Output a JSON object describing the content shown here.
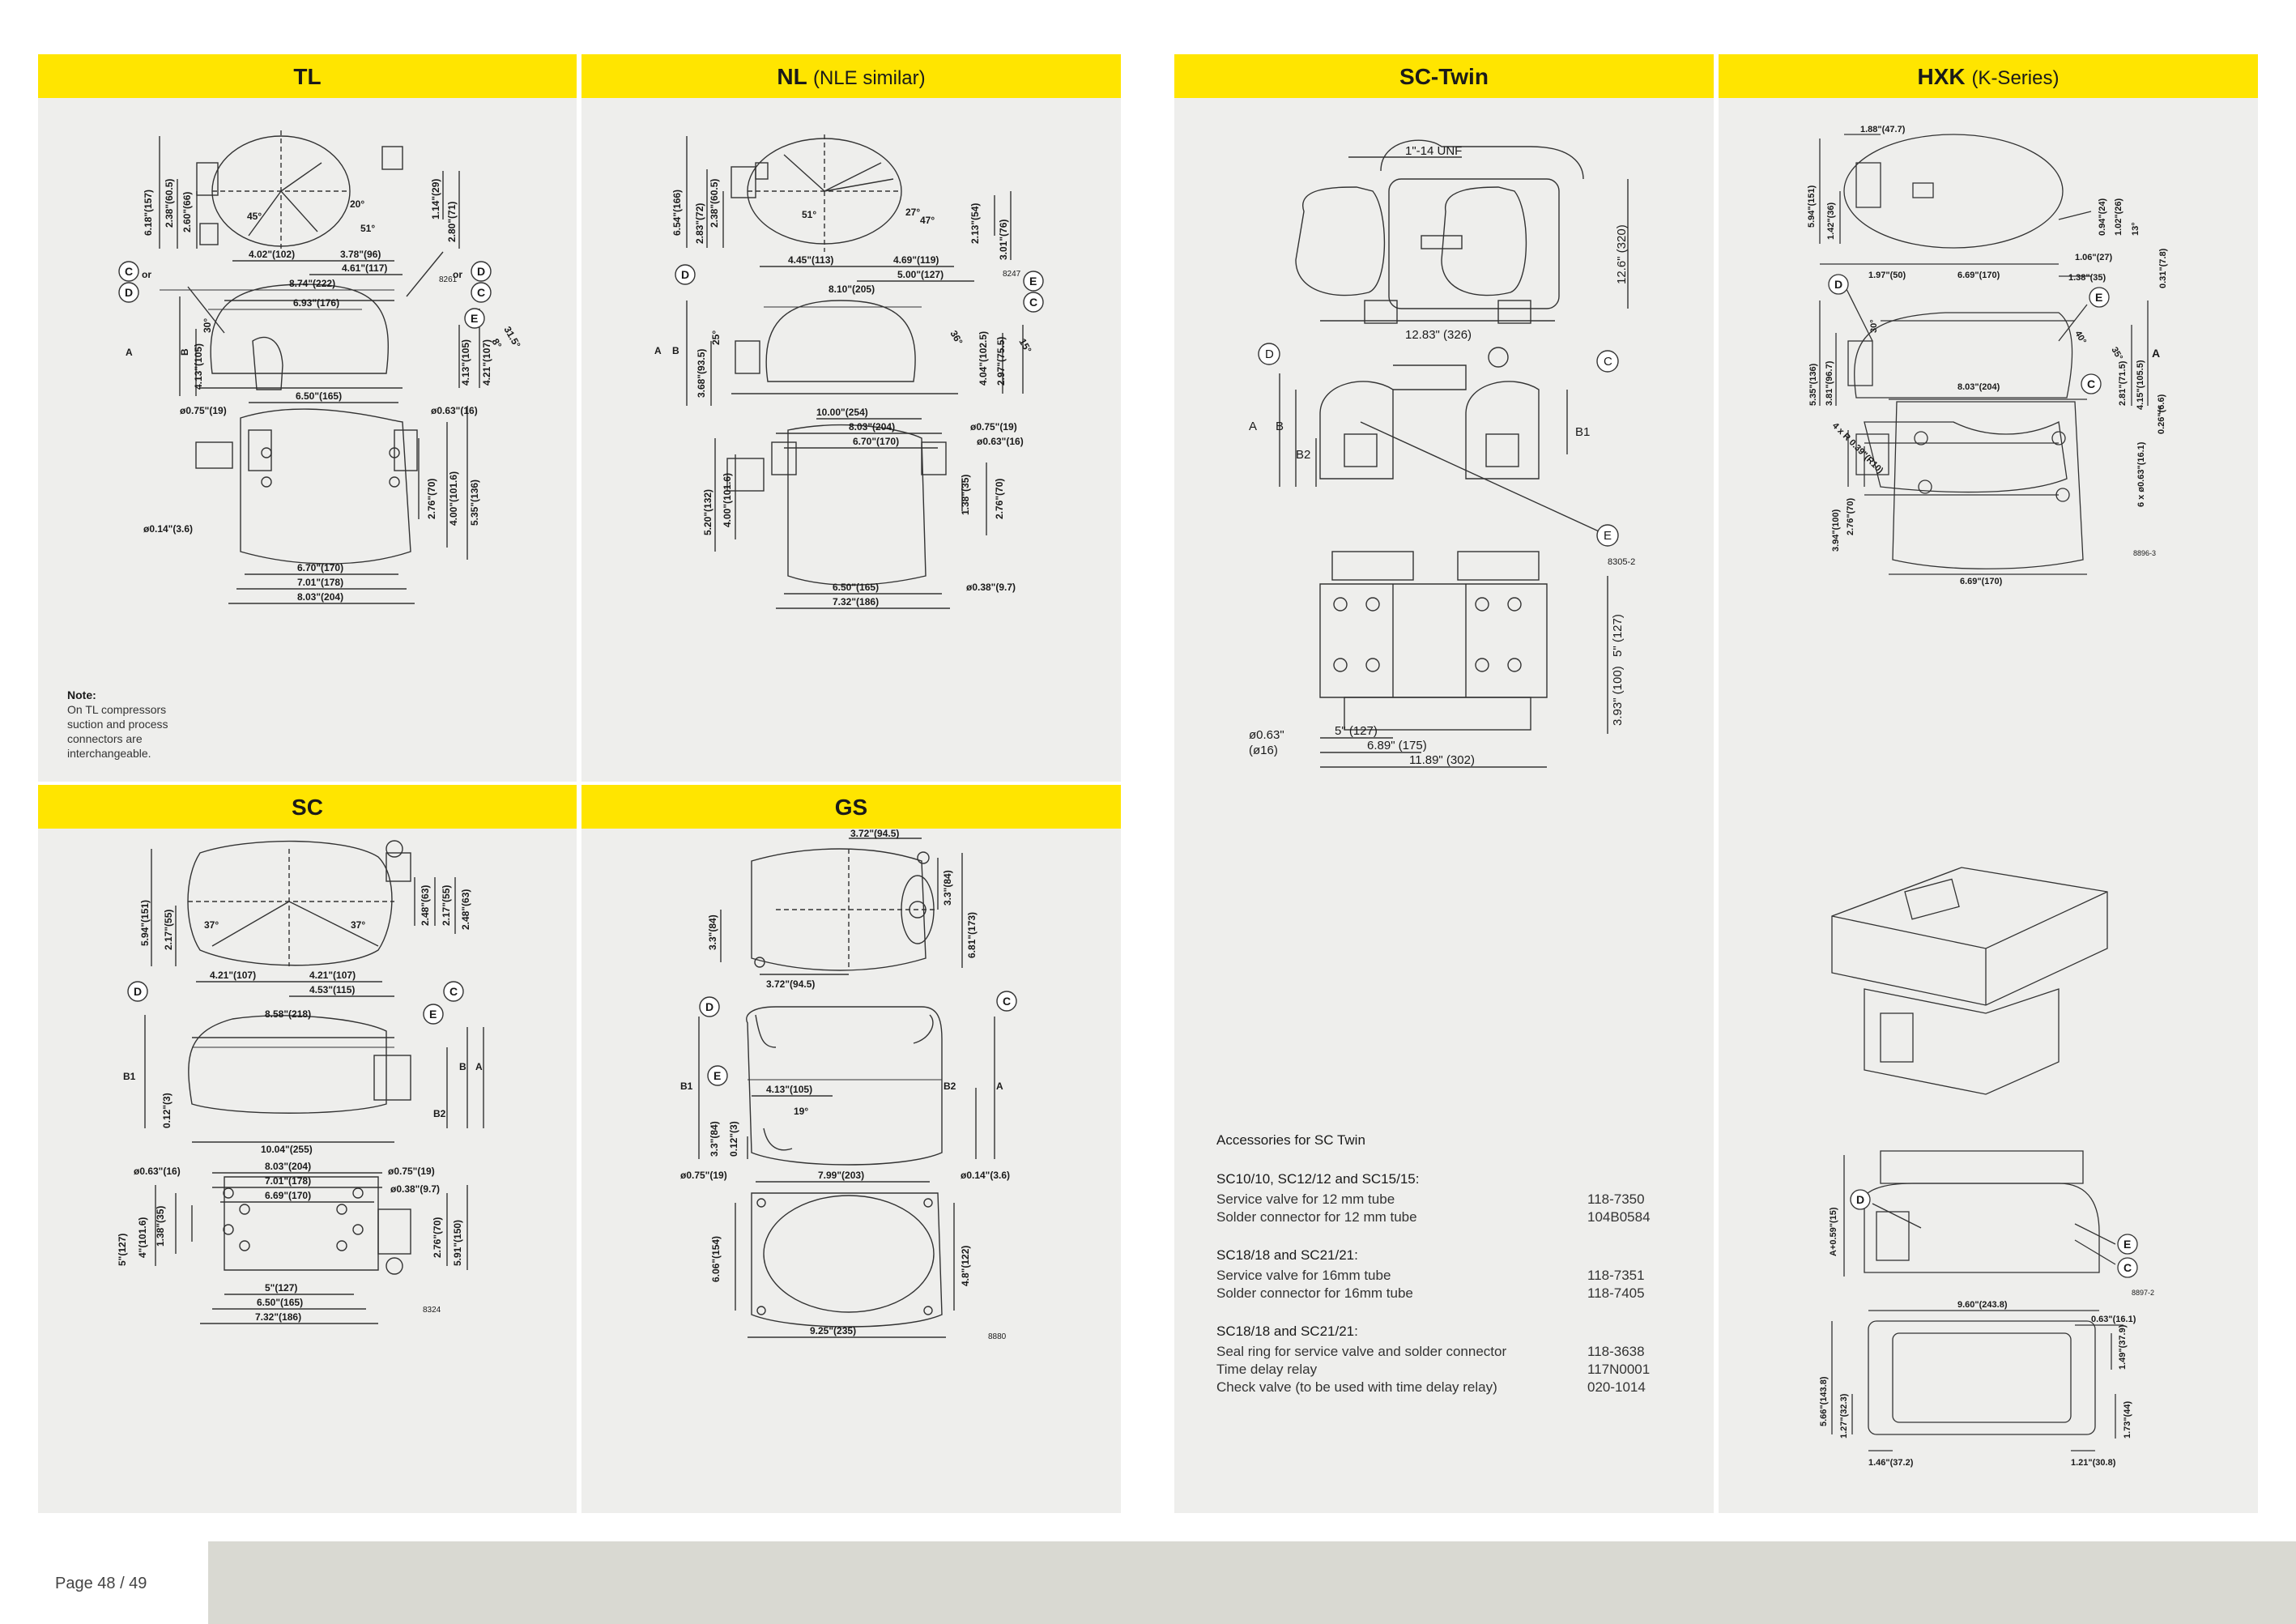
{
  "panels": {
    "tl": {
      "title": "TL",
      "subtitle": ""
    },
    "nl": {
      "title": "NL",
      "subtitle": "(NLE similar)"
    },
    "sc": {
      "title": "SC",
      "subtitle": ""
    },
    "gs": {
      "title": "GS",
      "subtitle": ""
    },
    "sctwin": {
      "title": "SC-Twin",
      "subtitle": ""
    },
    "hxk": {
      "title": "HXK",
      "subtitle": "(K-Series)"
    }
  },
  "tl": {
    "note_title": "Note:",
    "note_lines": [
      "On TL compressors",
      "suction and process",
      "connectors are",
      "interchangeable."
    ],
    "dims": {
      "h1": "6.18\"(157)",
      "h2": "2.38\"(60.5)",
      "h3": "2.60\"(66)",
      "a45": "45°",
      "a20": "20°",
      "a51": "51°",
      "r1": "1.14\"(29)",
      "r2": "2.80\"(71)",
      "w1": "4.02\"(102)",
      "w2": "3.78\"(96)",
      "w3": "4.61\"(117)",
      "code1": "8261",
      "w4": "8.74\"(222)",
      "w5": "6.93\"(176)",
      "a30": "30°",
      "a31": "31.5°",
      "a8": "8°",
      "lA": "A",
      "lB": "B",
      "h4": "4.13\"(105)",
      "h5": "4.13\"(105)",
      "h6": "4.21\"(107)",
      "d1": "ø0.75\"(19)",
      "w6": "6.50\"(165)",
      "d2": "ø0.63\"(16)",
      "d3": "ø0.14\"(3.6)",
      "h7": "2.76\"(70)",
      "h8": "4.00\"(101.6)",
      "h9": "5.35\"(136)",
      "w7": "6.70\"(170)",
      "w8": "7.01\"(178)",
      "w9": "8.03\"(204)",
      "or": "or"
    }
  },
  "nl": {
    "dims": {
      "h1": "6.54\"(166)",
      "h2": "2.83\"(72)",
      "h3": "2.38\"(60.5)",
      "a51": "51°",
      "a27": "27°",
      "a47": "47°",
      "r1": "2.13\"(54)",
      "r2": "3.01\"(76)",
      "w1": "4.45\"(113)",
      "w2": "4.69\"(119)",
      "w3": "5.00\"(127)",
      "code1": "8247",
      "w4": "8.10\"(205)",
      "a25": "25°",
      "a36": "36°",
      "a15": "15°",
      "lA": "A",
      "lB": "B",
      "h4": "3.68\"(93.5)",
      "h5": "4.04\"(102.5)",
      "h6": "2.97\"(75.5)",
      "w5": "10.00\"(254)",
      "w6": "8.03\"(204)",
      "w7": "6.70\"(170)",
      "d1": "ø0.75\"(19)",
      "d2": "ø0.63\"(16)",
      "h7": "5.20\"(132)",
      "h8": "4.00\"(101.6)",
      "h9": "1.38\"(35)",
      "h10": "2.76\"(70)",
      "w8": "6.50\"(165)",
      "w9": "7.32\"(186)",
      "d3": "ø0.38\"(9.7)"
    }
  },
  "sc": {
    "dims": {
      "h1": "5.94\"(151)",
      "h2": "2.17\"(55)",
      "a37a": "37°",
      "a37b": "37°",
      "r1": "2.48\"(63)",
      "r2": "2.17\"(55)",
      "r3": "2.48\"(63)",
      "w1": "4.21\"(107)",
      "w2": "4.21\"(107)",
      "w3": "4.53\"(115)",
      "w4": "8.58\"(218)",
      "lB1": "B1",
      "lB": "B",
      "lA": "A",
      "lB2": "B2",
      "h3": "0.12\"(3)",
      "w5": "10.04\"(255)",
      "d1": "ø0.63\"(16)",
      "w6": "8.03\"(204)",
      "w7": "7.01\"(178)",
      "w8": "6.69\"(170)",
      "d2": "ø0.75\"(19)",
      "d3": "ø0.38\"(9.7)",
      "h4": "5\"(127)",
      "h5": "4\"(101.6)",
      "h6": "1.38\"(35)",
      "h7": "2.76\"(70)",
      "h8": "5.91\"(150)",
      "w9": "5\"(127)",
      "w10": "6.50\"(165)",
      "w11": "7.32\"(186)",
      "code1": "8324"
    }
  },
  "gs": {
    "dims": {
      "w1": "3.72\"(94.5)",
      "r1": "3.3\"(84)",
      "r2": "6.81\"(173)",
      "l1": "3.3\"(84)",
      "w2": "3.72\"(94.5)",
      "lB1": "B1",
      "lB2": "B2",
      "lA": "A",
      "w3": "4.13\"(105)",
      "a19": "19°",
      "h1": "3.3\"(84)",
      "h2": "0.12\"(3)",
      "d1": "ø0.75\"(19)",
      "w4": "7.99\"(203)",
      "d2": "ø0.14\"(3.6)",
      "h3": "6.06\"(154)",
      "h4": "4.8\"(122)",
      "w5": "9.25\"(235)",
      "code1": "8880"
    }
  },
  "sctwin": {
    "dims": {
      "unf": "1\"-14 UNF",
      "h1": "12.6\" (320)",
      "w1": "12.83\" (326)",
      "lA": "A",
      "lB": "B",
      "lB1": "B1",
      "lB2": "B2",
      "code1": "8305-2",
      "h2": "5\" (127)",
      "h3": "3.93\" (100)",
      "d1": "ø0.63\"",
      "d1b": "(ø16)",
      "w2": "5\" (127)",
      "w3": "6.89\" (175)",
      "w4": "11.89\" (302)"
    },
    "accessories_title": "Accessories for SC Twin",
    "accessory_groups": [
      {
        "heading": "SC10/10, SC12/12 and SC15/15:",
        "items": [
          {
            "name": "Service valve for 12 mm tube",
            "code": "118-7350"
          },
          {
            "name": "Solder connector for 12 mm tube",
            "code": "104B0584"
          }
        ]
      },
      {
        "heading": "SC18/18 and SC21/21:",
        "items": [
          {
            "name": "Service valve for 16mm tube",
            "code": "118-7351"
          },
          {
            "name": "Solder connector for 16mm tube",
            "code": "118-7405"
          }
        ]
      },
      {
        "heading": "SC18/18 and SC21/21:",
        "items": [
          {
            "name": "Seal ring for service valve and solder connector",
            "code": "118-3638"
          },
          {
            "name": "Time delay relay",
            "code": "117N0001"
          },
          {
            "name": "Check valve (to be used with time delay relay)",
            "code": "020-1014"
          }
        ]
      }
    ]
  },
  "hxk": {
    "dims": {
      "t1": "1.88\"(47.7)",
      "h1": "5.94\"(151)",
      "h2": "1.42\"(36)",
      "r1": "0.94\"(24)",
      "r2": "1.02\"(26)",
      "a13": "13°",
      "r3": "1.06\"(27)",
      "r4": "1.38\"(35)",
      "w1": "1.97\"(50)",
      "w2": "6.69\"(170)",
      "r5": "0.31\"(7.8)",
      "a30": "30°",
      "a40": "40°",
      "a35": "35°",
      "lA": "A",
      "h3": "5.35\"(136)",
      "h4": "3.81\"(96.7)",
      "h5": "2.81\"(71.5)",
      "h6": "4.15\"(105.5)",
      "r6": "0.26\"(6.6)",
      "w3": "8.03\"(204)",
      "h7": "4 x R 0.39\"(R10)",
      "d1": "6 x ø0.63\"(16.1)",
      "h8": "3.94\"(100)",
      "h9": "2.76\"(70)",
      "code1": "8896-3",
      "w4": "6.69\"(170)",
      "h10": "A+0.59\"(15)",
      "code2": "8897-2",
      "w5": "9.60\"(243.8)",
      "r7": "0.63\"(16.1)",
      "r8": "1.49\"(37.9)",
      "h11": "5.66\"(143.8)",
      "h12": "1.27\"(32.3)",
      "r9": "1.73\"(44)",
      "w6": "1.46\"(37.2)",
      "w7": "1.21\"(30.8)"
    }
  },
  "callouts": {
    "C": "C",
    "D": "D",
    "E": "E"
  },
  "footer": {
    "page": "Page 48 / 49"
  },
  "colors": {
    "header": "#ffe500",
    "panel": "#eeeeec",
    "footer_bar": "#d9d9d2",
    "line": "#333333"
  }
}
